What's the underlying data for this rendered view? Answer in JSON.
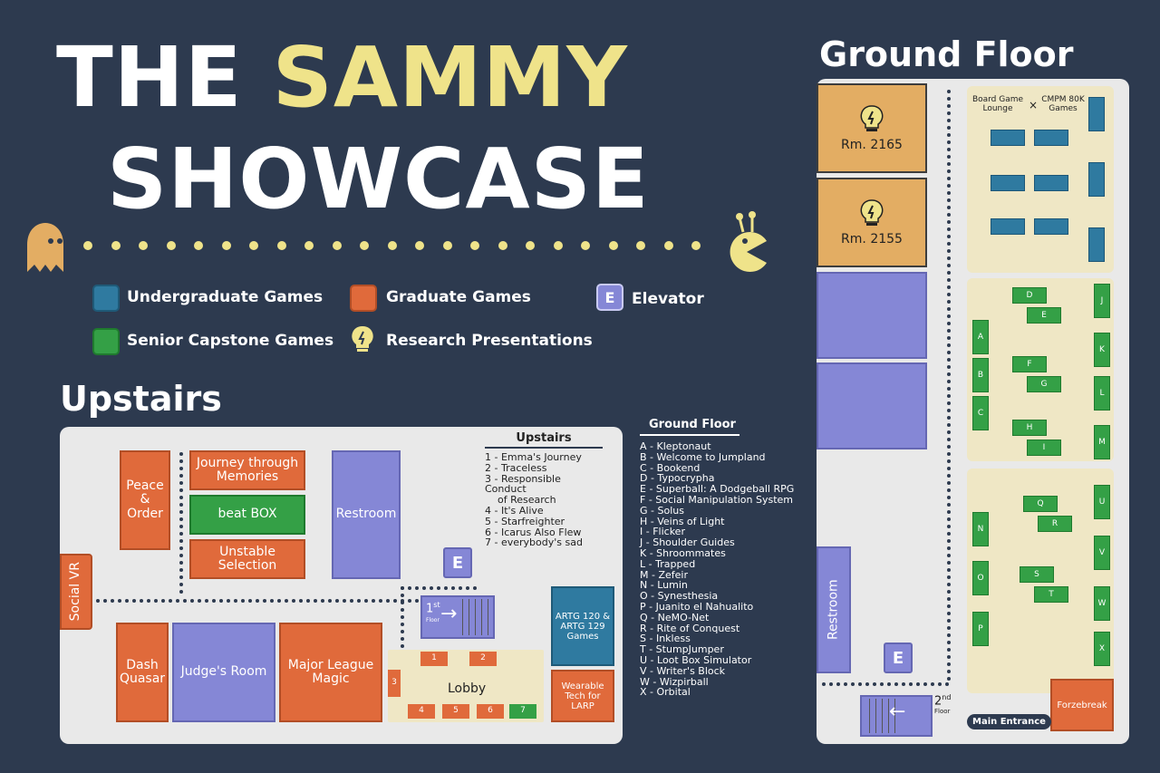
{
  "title": {
    "line1_a": "THE",
    "line1_b": "SAMMY",
    "line2": "SHOWCASE"
  },
  "legend": {
    "undergrad": "Undergraduate Games",
    "graduate": "Graduate Games",
    "elevator": "Elevator",
    "elevator_glyph": "E",
    "senior": "Senior Capstone Games",
    "research": "Research Presentations",
    "colors": {
      "undergrad": "#2f7aa0",
      "graduate": "#e06a3b",
      "senior": "#34a046",
      "elevator": "#8587d6",
      "research": "#efe38a"
    }
  },
  "upstairs": {
    "heading": "Upstairs",
    "rooms": {
      "peace": "Peace & Order",
      "journey": "Journey through Memories",
      "beatbox": "beat BOX",
      "unstable": "Unstable Selection",
      "restroom": "Restroom",
      "social_vr": "Social VR",
      "dash": "Dash Quasar",
      "judges": "Judge's Room",
      "major": "Major League Magic",
      "artg": "ARTG 120 & ARTG 129 Games",
      "wearable": "Wearable Tech for LARP",
      "lobby": "Lobby",
      "stairs_num": "1",
      "stairs_sup": "st",
      "stairs_floor": "Floor"
    },
    "lobby_tables": [
      "1",
      "2",
      "3",
      "4",
      "5",
      "6",
      "7"
    ],
    "list_title": "Upstairs",
    "list": [
      "1 - Emma's Journey",
      "2 - Traceless",
      "3 - Responsible Conduct",
      "of Research",
      "4 - It's Alive",
      "5 - Starfreighter",
      "6 - Icarus Also Flew",
      "7 - everybody's sad"
    ]
  },
  "ground_list": {
    "title": "Ground Floor",
    "items": [
      "A - Kleptonaut",
      "B - Welcome to Jumpland",
      "C - Bookend",
      "D - Typocrypha",
      "E - Superball: A Dodgeball RPG",
      "F - Social Manipulation System",
      "G - Solus",
      "H - Veins of Light",
      "I - Flicker",
      "J - Shoulder Guides",
      "K - Shroommates",
      "L - Trapped",
      "M - Zefeir",
      "N - Lumin",
      "O - Synesthesia",
      "P - Juanito el Nahualito",
      "Q - NeMO-Net",
      "R - Rite of Conquest",
      "S - Inkless",
      "T - StumpJumper",
      "U - Loot Box Simulator",
      "V - Writer's Block",
      "W - Wizpirball",
      "X - Orbital"
    ]
  },
  "ground": {
    "heading": "Ground Floor",
    "rm1": "Rm. 2165",
    "rm2": "Rm. 2155",
    "restroom": "Restroom",
    "board_game": "Board Game Lounge",
    "cross": "×",
    "cmpm": "CMPM 80K Games",
    "forzebreak": "Forzebreak",
    "main_entrance": "Main Entrance",
    "stairs_num": "2",
    "stairs_sup": "nd",
    "stairs_floor": "Floor",
    "labels": {
      "A": "A",
      "B": "B",
      "C": "C",
      "D": "D",
      "E": "E",
      "F": "F",
      "G": "G",
      "H": "H",
      "I": "I",
      "J": "J",
      "K": "K",
      "L": "L",
      "M": "M",
      "N": "N",
      "O": "O",
      "P": "P",
      "Q": "Q",
      "R": "R",
      "S": "S",
      "T": "T",
      "U": "U",
      "V": "V",
      "W": "W",
      "X": "X"
    }
  },
  "icons": [
    "ghost-icon",
    "pacman-alien-icon",
    "lightbulb-icon",
    "arrow-right-icon",
    "arrow-left-icon"
  ]
}
